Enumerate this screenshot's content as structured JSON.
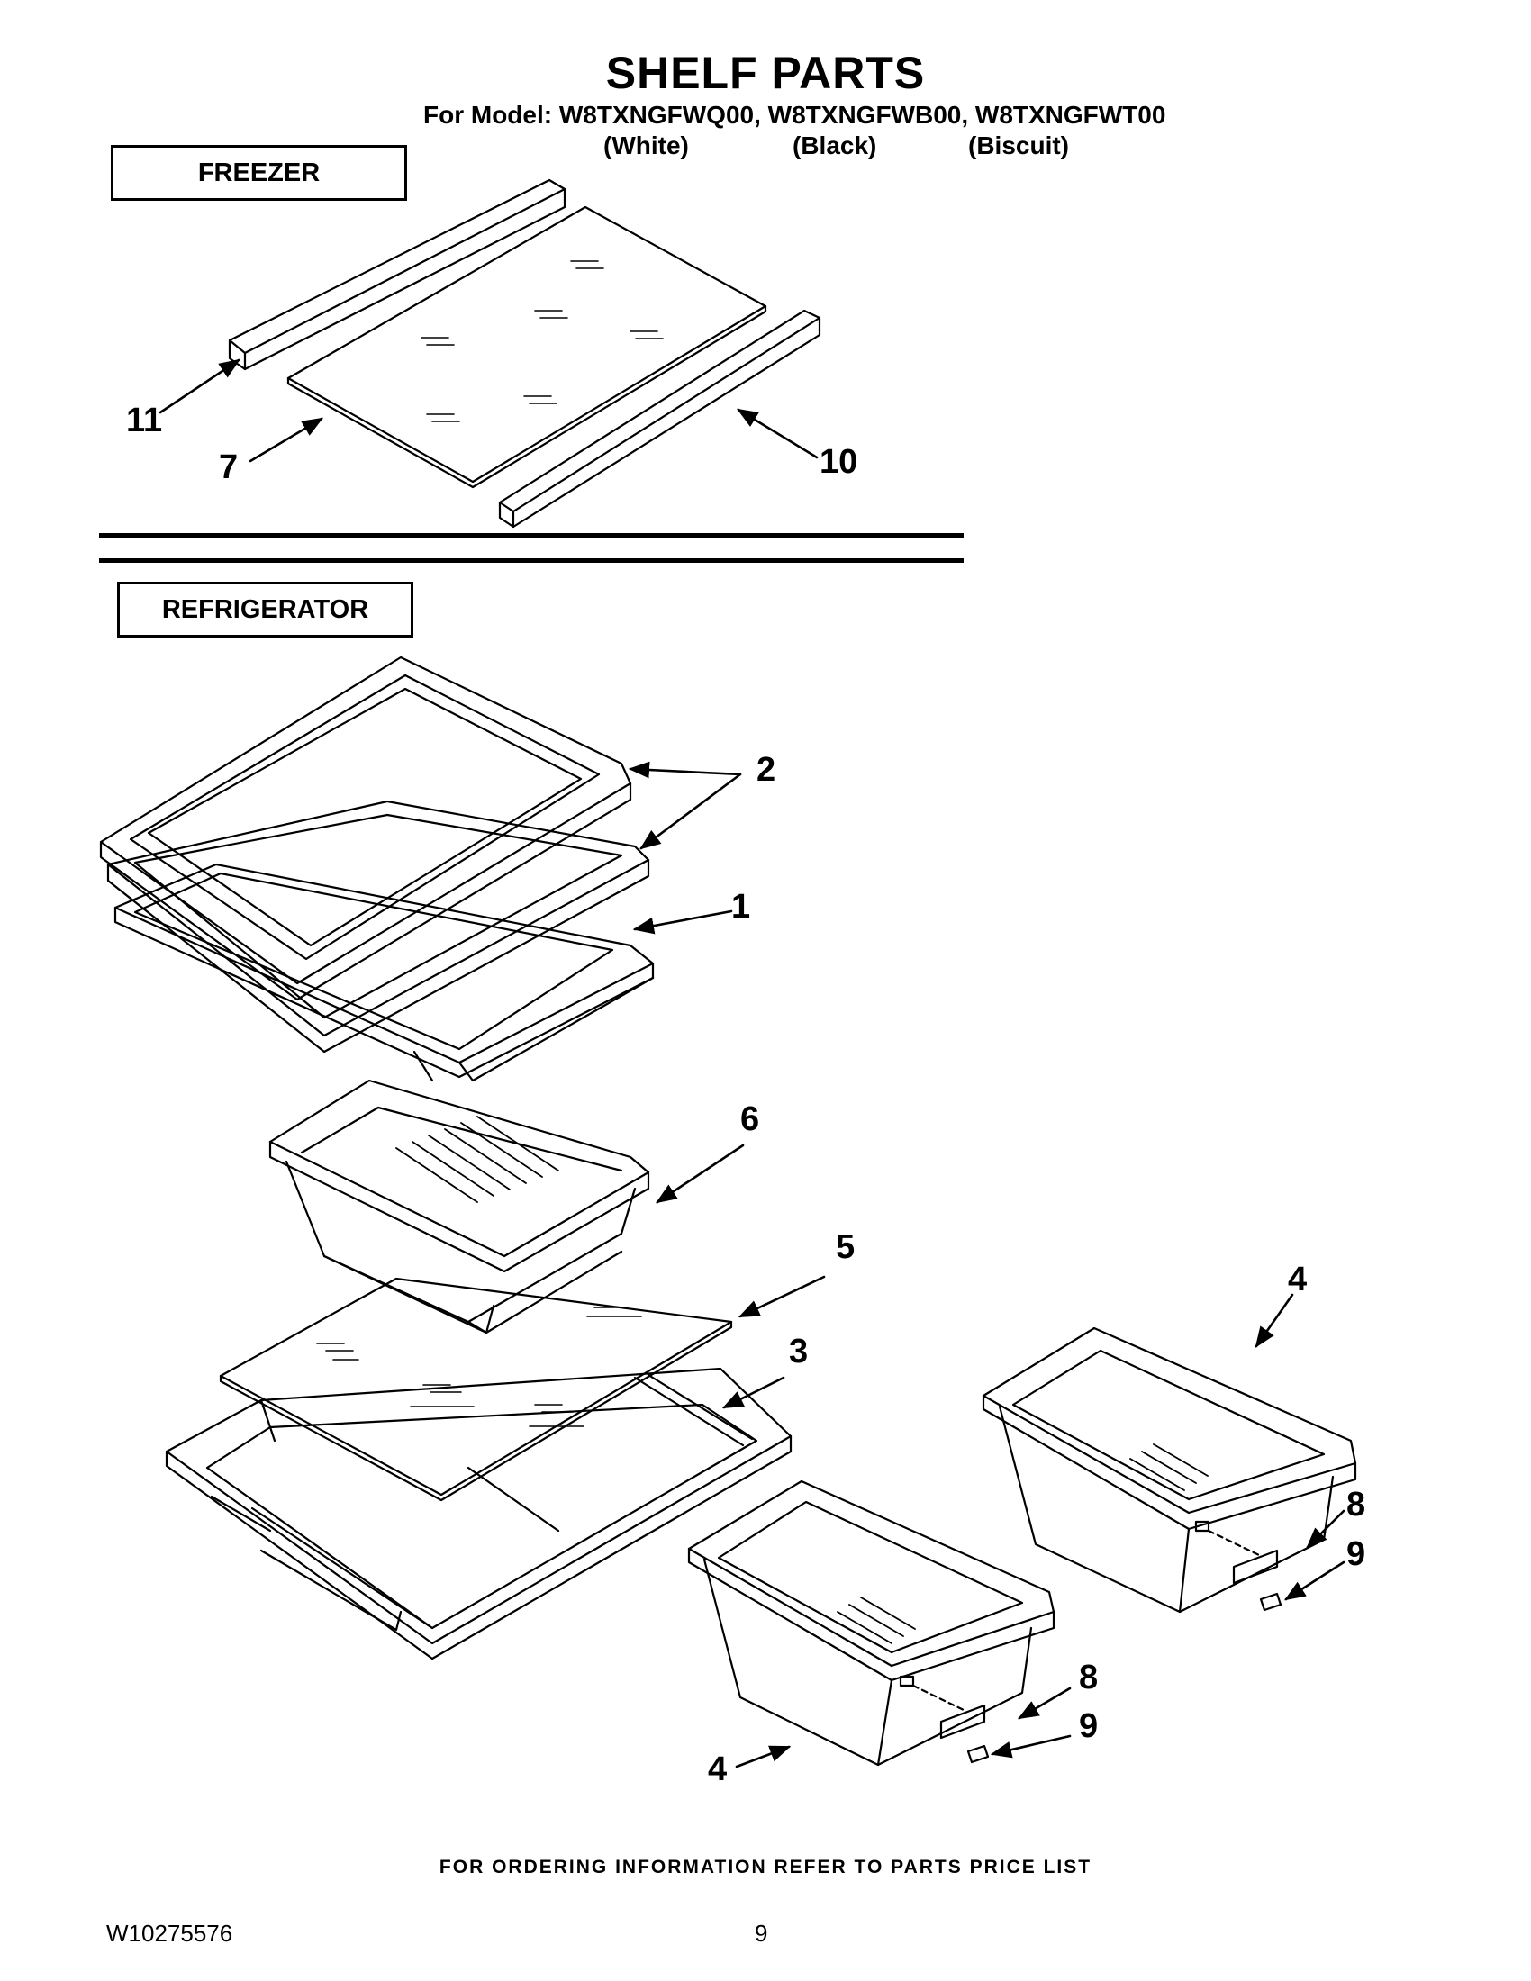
{
  "title": "SHELF PARTS",
  "model_line": "For Model: W8TXNGFWQ00, W8TXNGFWB00, W8TXNGFWT00",
  "variants": [
    "(White)",
    "(Black)",
    "(Biscuit)"
  ],
  "sections": {
    "freezer": "FREEZER",
    "refrigerator": "REFRIGERATOR"
  },
  "callouts": {
    "c11": "11",
    "c7": "7",
    "c10": "10",
    "c2": "2",
    "c1": "1",
    "c6": "6",
    "c5": "5",
    "c3": "3",
    "c4a": "4",
    "c8a": "8",
    "c9a": "9",
    "c4b": "4",
    "c8b": "8",
    "c9b": "9"
  },
  "footer": "FOR ORDERING INFORMATION REFER TO PARTS PRICE LIST",
  "doc_number": "W10275576",
  "page_number": "9"
}
